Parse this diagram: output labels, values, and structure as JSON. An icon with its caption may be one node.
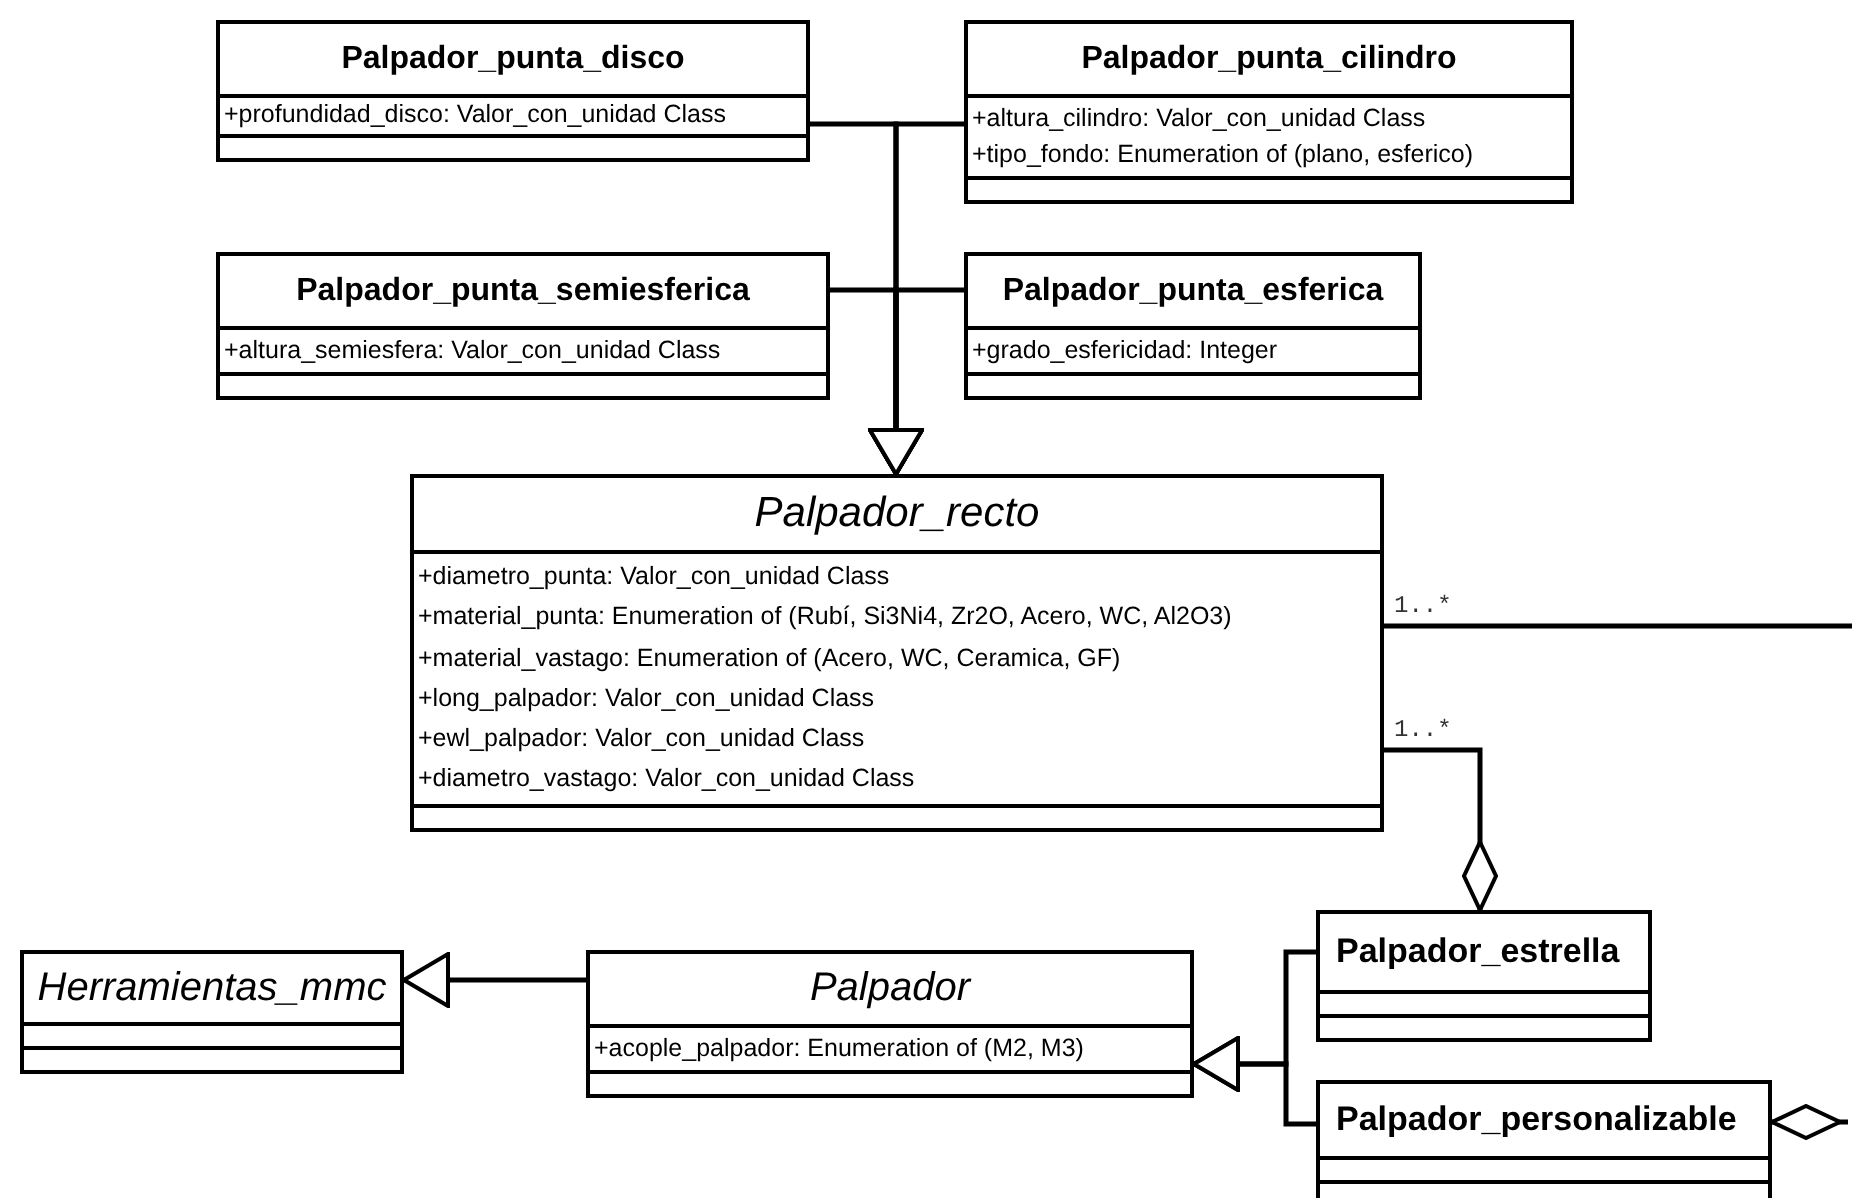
{
  "diagram": {
    "nodes": [
      {
        "text": [
          "Palpador_punta_disco",
          "+profundidad_disco: Valor_con_unidad Class"
        ]
      },
      {
        "text": [
          "Palpador_punta_cilindro",
          "+altura_cilindro: Valor_con_unidad Class",
          "+tipo_fondo: Enumeration of (plano, esferico)"
        ]
      },
      {
        "text": [
          "Palpador_punta_semiesferica",
          "+altura_semiesfera: Valor_con_unidad Class"
        ]
      },
      {
        "text": [
          "Palpador_punta_esferica",
          "+grado_esfericidad: Integer"
        ]
      },
      {
        "text": [
          "Palpador_recto",
          "+diametro_punta: Valor_con_unidad Class",
          "+material_punta: Enumeration of (Rubí, Si3Ni4, Zr2O, Acero, WC, Al2O3)",
          "+material_vastago: Enumeration of (Acero, WC, Ceramica, GF)",
          "+long_palpador: Valor_con_unidad Class",
          "+ewl_palpador: Valor_con_unidad Class",
          "+diametro_vastago: Valor_con_unidad Class"
        ]
      },
      {
        "text": [
          "Herramientas_mmc"
        ]
      },
      {
        "text": [
          "Palpador",
          "+acople_palpador: Enumeration of (M2, M3)"
        ]
      },
      {
        "text": [
          "Palpador_estrella"
        ]
      },
      {
        "text": [
          "Palpador_personalizable"
        ]
      }
    ],
    "edges": [
      {
        "from": 0,
        "to": 4,
        "arrow": "to"
      },
      {
        "from": 1,
        "to": 4,
        "arrow": "to"
      },
      {
        "from": 2,
        "to": 4,
        "arrow": "to"
      },
      {
        "from": 3,
        "to": 4,
        "arrow": "to"
      },
      {
        "from": 4,
        "to": null,
        "arrow": "none",
        "label": "1..*"
      },
      {
        "from": 4,
        "to": 7,
        "arrow": "other",
        "label": "1..*"
      },
      {
        "from": 7,
        "to": 6,
        "arrow": "to"
      },
      {
        "from": 8,
        "to": 6,
        "arrow": "to"
      },
      {
        "from": 6,
        "to": 5,
        "arrow": "to"
      },
      {
        "from": null,
        "to": 8,
        "arrow": "other"
      }
    ]
  }
}
